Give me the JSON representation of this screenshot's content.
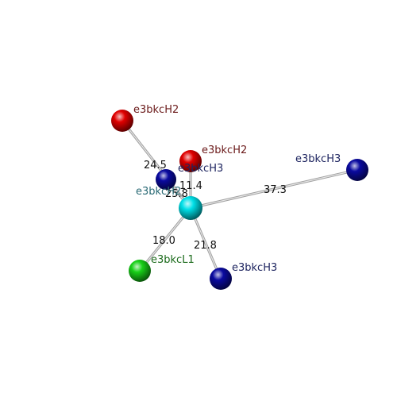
{
  "colors": {
    "background": "#ffffff",
    "bond": "#c8c8c8",
    "atom_red": "#e00000",
    "atom_blue": "#0a0aa0",
    "atom_cyan": "#00e0e8",
    "atom_green": "#18d018",
    "label_red": "#6b1a1a",
    "label_navy": "#1e2560",
    "label_teal": "#2a6a75",
    "label_green": "#1c6b1c"
  },
  "atoms": [
    {
      "id": "red-top-left",
      "label": "e3bkcH2",
      "color_key": "atom_red",
      "label_color_key": "label_red"
    },
    {
      "id": "red-mid",
      "label": "e3bkcH2",
      "color_key": "atom_red",
      "label_color_key": "label_red"
    },
    {
      "id": "blue-mid",
      "label": "e3bkcH3",
      "color_key": "atom_blue",
      "label_color_key": "label_navy"
    },
    {
      "id": "blue-right",
      "label": "e3bkcH3",
      "color_key": "atom_blue",
      "label_color_key": "label_navy"
    },
    {
      "id": "blue-bottom",
      "label": "e3bkcH3",
      "color_key": "atom_blue",
      "label_color_key": "label_navy"
    },
    {
      "id": "cyan-center",
      "label": "e3bkcH2",
      "color_key": "atom_cyan",
      "label_color_key": "label_teal"
    },
    {
      "id": "green-bottom-left",
      "label": "e3bkcL1",
      "color_key": "atom_green",
      "label_color_key": "label_green"
    }
  ],
  "distances": [
    {
      "from": "cyan-center",
      "to": "red-top-left",
      "value": "24.5"
    },
    {
      "from": "cyan-center",
      "to": "red-mid",
      "value": "11.4"
    },
    {
      "from": "cyan-center",
      "to": "blue-mid",
      "value": "25.8"
    },
    {
      "from": "cyan-center",
      "to": "blue-right",
      "value": "37.3"
    },
    {
      "from": "cyan-center",
      "to": "blue-bottom",
      "value": "21.8"
    },
    {
      "from": "cyan-center",
      "to": "green-bottom-left",
      "value": "18.0"
    }
  ]
}
